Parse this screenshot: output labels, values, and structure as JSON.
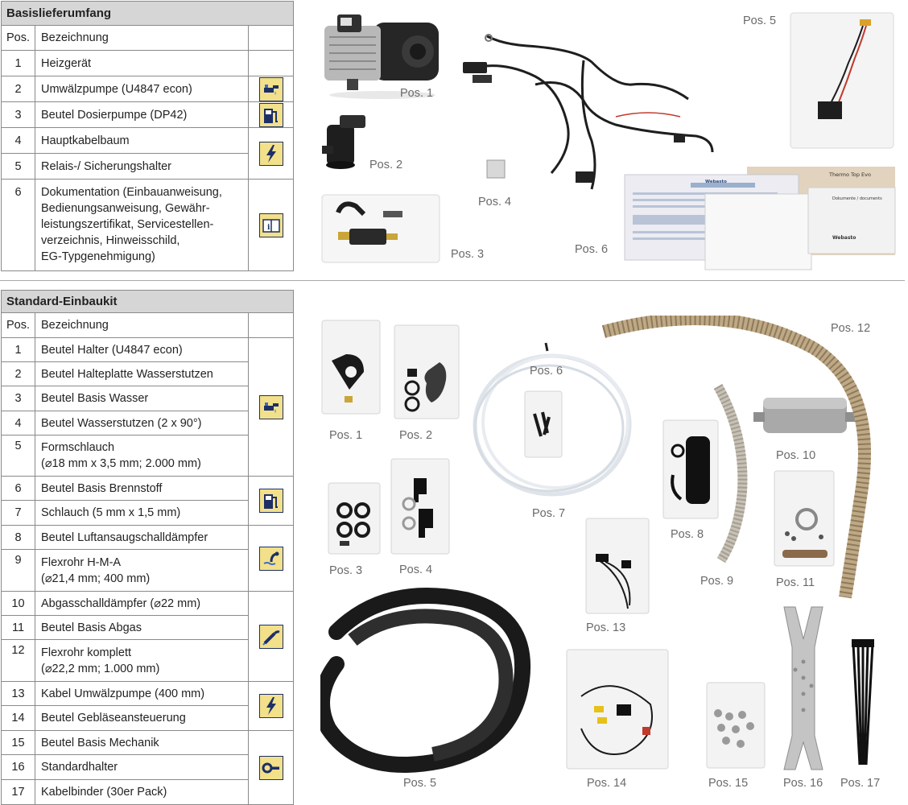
{
  "basis": {
    "title": "Basislieferumfang",
    "header": {
      "pos": "Pos.",
      "bezeichnung": "Bezeichnung"
    },
    "rows": [
      {
        "pos": "1",
        "label": "Heizgerät"
      },
      {
        "pos": "2",
        "label": "Umwälzpumpe (U4847 econ)"
      },
      {
        "pos": "3",
        "label": "Beutel Dosierpumpe (DP42)"
      },
      {
        "pos": "4",
        "label": "Hauptkabelbaum"
      },
      {
        "pos": "5",
        "label": "Relais-/ Sicherungshalter"
      },
      {
        "pos": "6",
        "label": "Dokumentation (Einbauanweisung,\nBedienungsanweisung, Gewähr-\nleistungszertifikat, Servicestellen-\nverzeichnis, Hinweisschild,\nEG-Typgenehmigung)"
      }
    ],
    "icons": [
      "water-pump-icon",
      "fuel-pump-icon",
      "electric-bolt-icon",
      "manual-book-icon"
    ]
  },
  "standard": {
    "title": "Standard-Einbaukit",
    "header": {
      "pos": "Pos.",
      "bezeichnung": "Bezeichnung"
    },
    "rows": [
      {
        "pos": "1",
        "label": "Beutel Halter (U4847 econ)"
      },
      {
        "pos": "2",
        "label": "Beutel Halteplatte Wasserstutzen"
      },
      {
        "pos": "3",
        "label": "Beutel Basis Wasser"
      },
      {
        "pos": "4",
        "label": "Beutel Wasserstutzen (2 x 90°)"
      },
      {
        "pos": "5",
        "label": "Formschlauch\n(⌀18 mm x 3,5 mm; 2.000 mm)"
      },
      {
        "pos": "6",
        "label": "Beutel Basis Brennstoff"
      },
      {
        "pos": "7",
        "label": "Schlauch (5 mm x 1,5 mm)"
      },
      {
        "pos": "8",
        "label": "Beutel Luftansaugschalldämpfer"
      },
      {
        "pos": "9",
        "label": "Flexrohr H-M-A\n(⌀21,4 mm; 400 mm)"
      },
      {
        "pos": "10",
        "label": "Abgasschalldämpfer (⌀22 mm)"
      },
      {
        "pos": "11",
        "label": "Beutel Basis Abgas"
      },
      {
        "pos": "12",
        "label": "Flexrohr komplett\n(⌀22,2 mm; 1.000 mm)"
      },
      {
        "pos": "13",
        "label": "Kabel Umwälzpumpe (400 mm)"
      },
      {
        "pos": "14",
        "label": "Beutel Gebläseansteuerung"
      },
      {
        "pos": "15",
        "label": "Beutel Basis Mechanik"
      },
      {
        "pos": "16",
        "label": "Standardhalter"
      },
      {
        "pos": "17",
        "label": "Kabelbinder (30er Pack)"
      }
    ],
    "icons": [
      "water-pump-icon",
      "fuel-pump-icon",
      "air-intake-icon",
      "exhaust-icon",
      "electric-bolt-icon",
      "wrench-icon"
    ]
  },
  "photo_labels": {
    "basis": [
      "Pos. 1",
      "Pos. 2",
      "Pos. 3",
      "Pos. 4",
      "Pos. 5",
      "Pos. 6"
    ],
    "standard": [
      "Pos. 1",
      "Pos. 2",
      "Pos. 3",
      "Pos. 4",
      "Pos. 5",
      "Pos. 6",
      "Pos. 7",
      "Pos. 8",
      "Pos. 9",
      "Pos. 10",
      "Pos. 11",
      "Pos. 12",
      "Pos. 13",
      "Pos. 14",
      "Pos. 15",
      "Pos. 16",
      "Pos. 17"
    ]
  },
  "document_texts": {
    "box_title": "Thermo Top Evo",
    "box_docs": "Dokumente / documents",
    "box_brand": "Webasto",
    "cert_brand": "Webasto"
  },
  "colors": {
    "icon_fill": "#f2e08a",
    "icon_border": "#1d2f66",
    "header_bg": "#d6d6d6",
    "grid": "#8a8a8a"
  }
}
